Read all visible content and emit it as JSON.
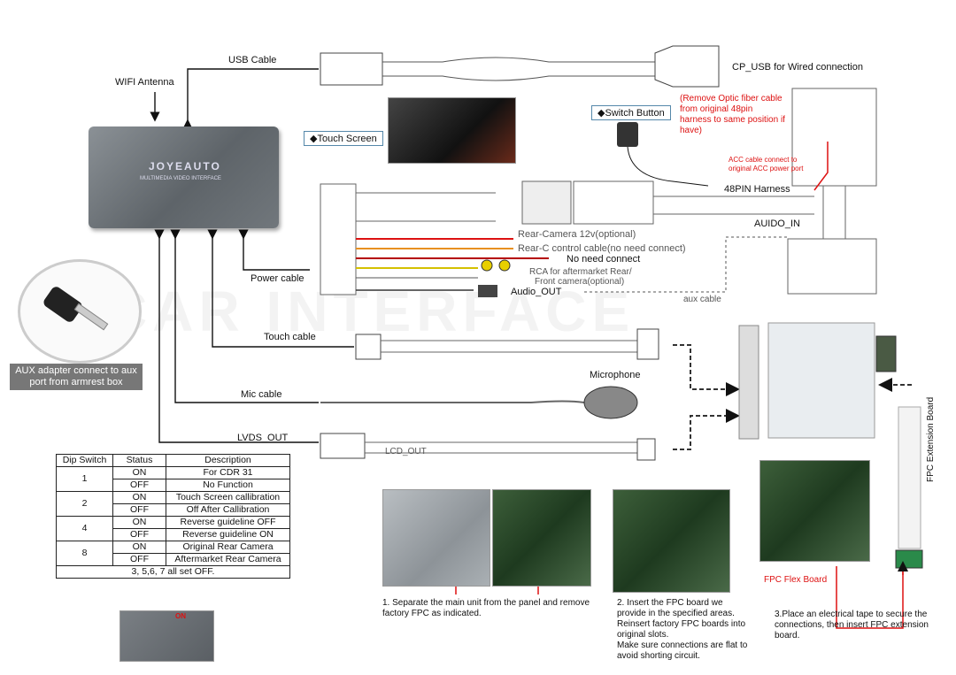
{
  "unit": {
    "brand": "JOYEAUTO",
    "subtitle": "MULTIMEDIA VIDEO INTERFACE"
  },
  "labels": {
    "usb_cable": "USB Cable",
    "cp_usb": "CP_USB for Wired connection",
    "wifi_antenna": "WIFI Antenna",
    "touch_screen": "◆Touch Screen",
    "switch_button": "◆Switch Button",
    "optic_note": "(Remove Optic fiber cable from original 48pin harness to same position if have)",
    "acc_note": "ACC cable connect to original ACC power port",
    "harness_48pin": "48PIN Harness",
    "audio_in": "AUIDO_IN",
    "rear_camera_12v": "Rear-Camera 12v(optional)",
    "rear_c_control": "Rear-C control cable(no need connect)",
    "no_need_connect": "No need connect",
    "rca_note_1": "RCA for aftermarket Rear/",
    "rca_note_2": "Front camera(optional)",
    "audio_out": "Audio_OUT",
    "aux_cable": "aux cable",
    "power_cable": "Power cable",
    "touch_cable": "Touch cable",
    "mic_cable": "Mic cable",
    "microphone": "Microphone",
    "lvds_out": "LVDS_OUT",
    "lcd_out": "LCD_OUT",
    "aux_adapter": "AUX adapter connect to aux port from armrest box",
    "fpc_extension_board": "FPC Extension Board",
    "fpc_flex_board": "FPC Flex Board",
    "on_marker": "ON",
    "watermark": "CAR INTERFACE"
  },
  "steps": {
    "step1": "1. Separate the main unit from the panel and remove factory FPC as indicated.",
    "step2_a": "2. Insert the FPC board we provide in the specified areas.",
    "step2_b": "Reinsert factory FPC boards into original slots.",
    "step2_c": "Make sure connections are flat to avoid shorting circuit.",
    "step3": "3.Place an electrical tape to secure the connections, then insert FPC extension board."
  },
  "dip_table": {
    "headers": [
      "Dip Switch",
      "Status",
      "Description"
    ],
    "groups": [
      {
        "switch": "1",
        "rows": [
          [
            "ON",
            "For CDR 31"
          ],
          [
            "OFF",
            "No Function"
          ]
        ]
      },
      {
        "switch": "2",
        "rows": [
          [
            "ON",
            "Touch Screen callibration"
          ],
          [
            "OFF",
            "Off After Callibration"
          ]
        ]
      },
      {
        "switch": "4",
        "rows": [
          [
            "ON",
            "Reverse guideline OFF"
          ],
          [
            "OFF",
            "Reverse guideline ON"
          ]
        ]
      },
      {
        "switch": "8",
        "rows": [
          [
            "ON",
            "Original Rear Camera"
          ],
          [
            "OFF",
            "Aftermarket Rear Camera"
          ]
        ]
      }
    ],
    "footer": "3, 5,6, 7 all set OFF."
  },
  "colors": {
    "accent_red": "#dd1111",
    "label_border": "#5588aa",
    "unit_gray": "#6b7176"
  }
}
